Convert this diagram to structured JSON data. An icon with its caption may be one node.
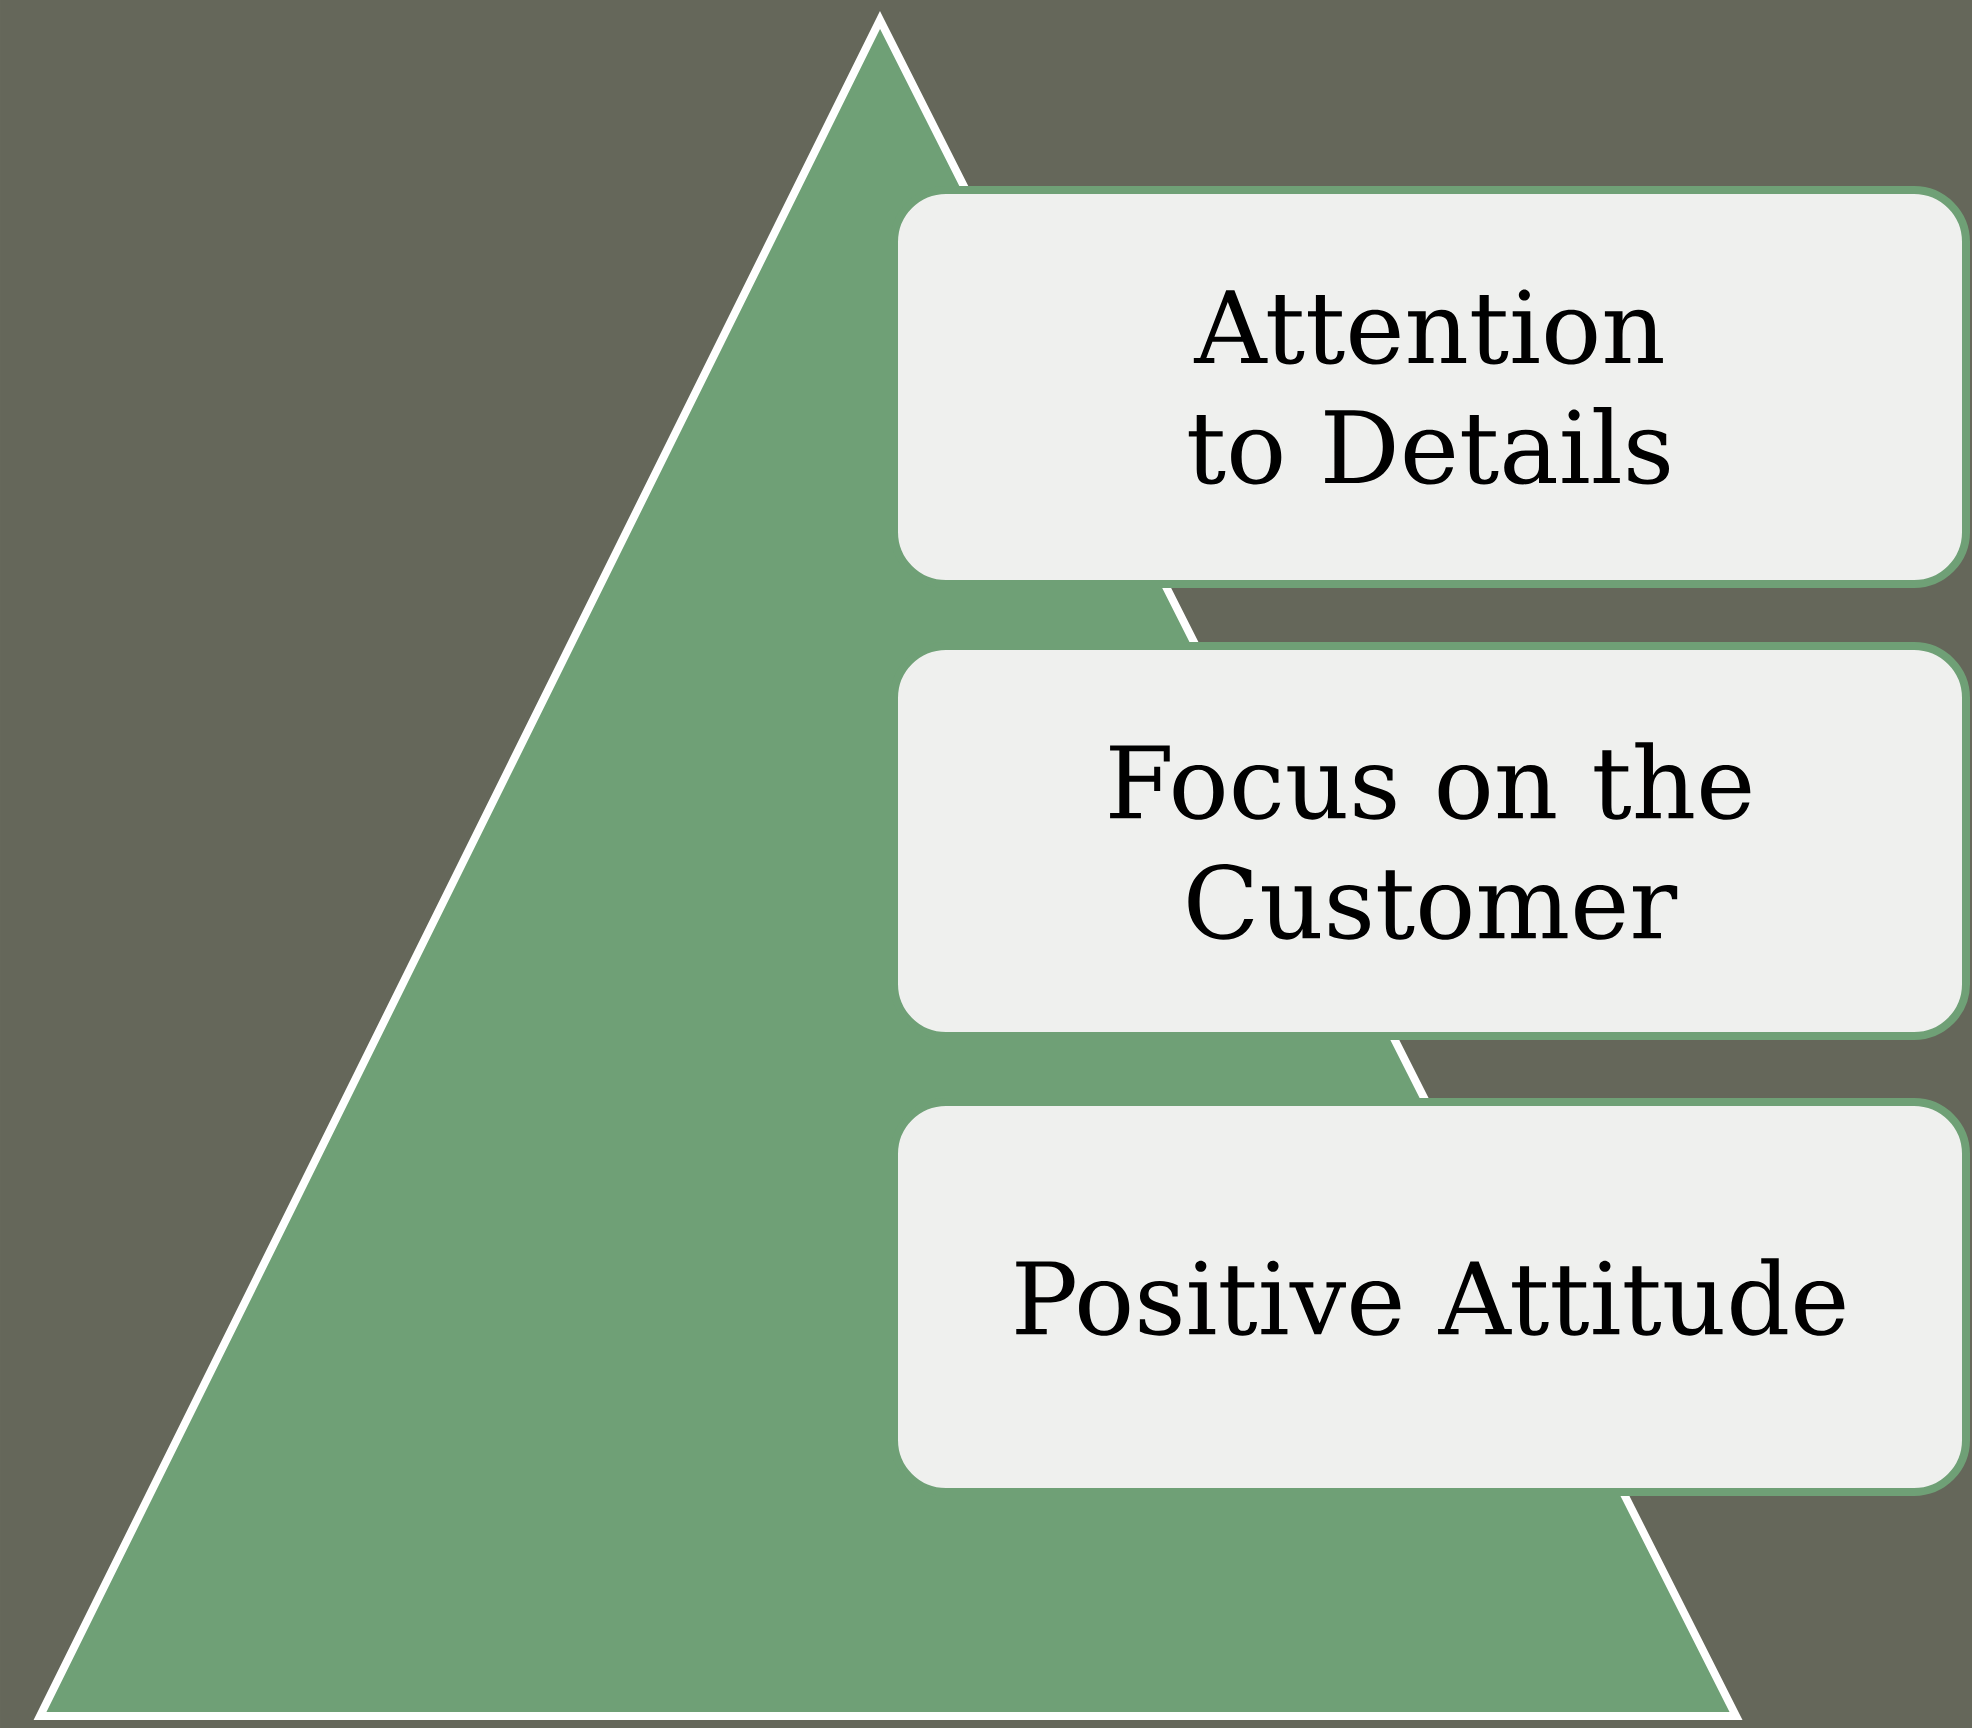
{
  "diagram": {
    "nodes": [
      {
        "text": [],
        "shape": "triangle"
      },
      {
        "text": [
          "Attention to Details"
        ]
      },
      {
        "text": [
          "Focus on the Customer"
        ]
      },
      {
        "text": [
          "Positive Attitude"
        ]
      }
    ]
  }
}
